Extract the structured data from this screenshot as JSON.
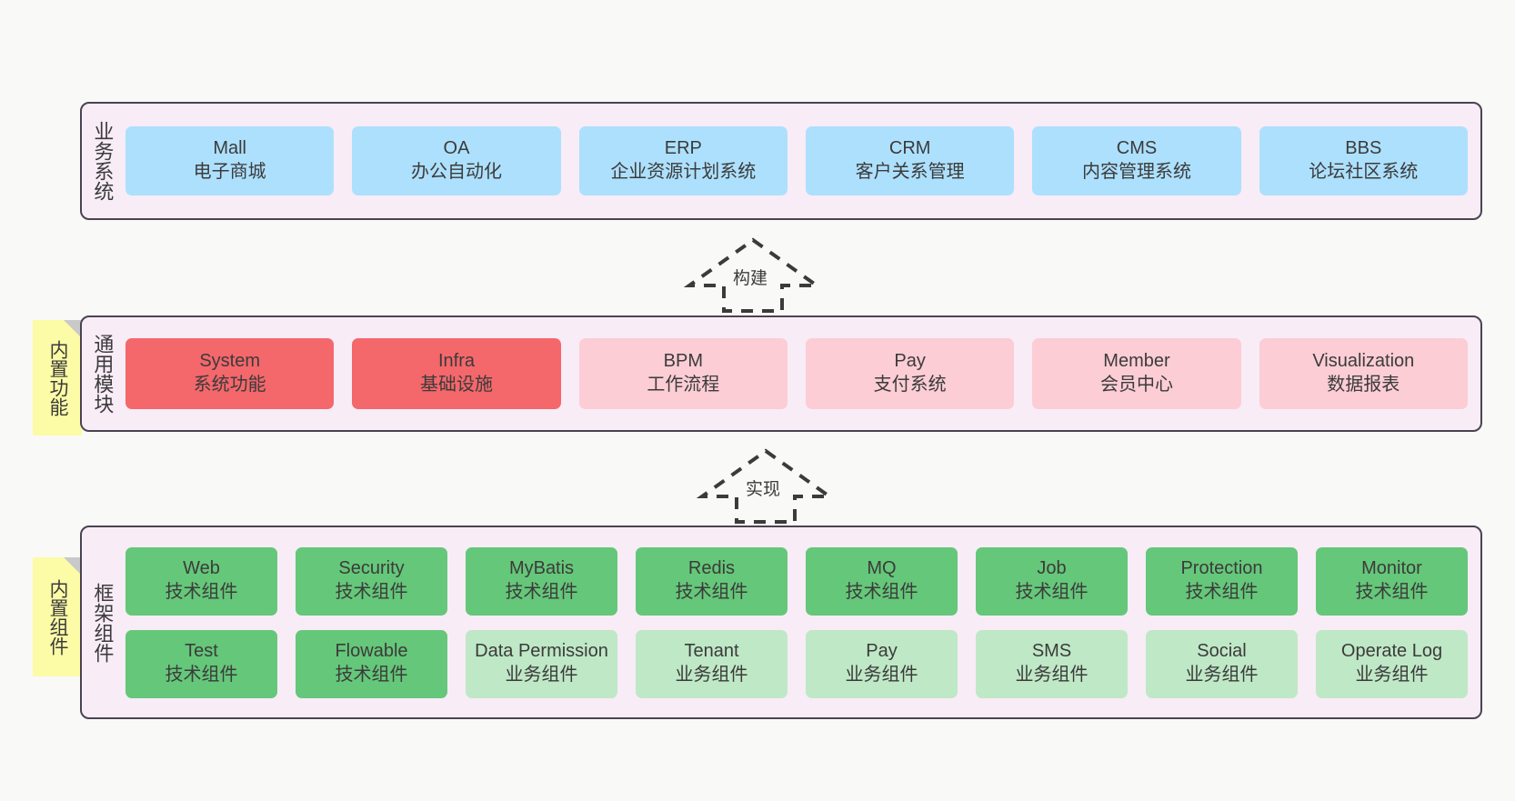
{
  "diagram": {
    "title_semantic": "ruoyi-vue-pro architecture layers",
    "colors": {
      "panel_bg": "#f8ecf6",
      "panel_border": "#4a4352",
      "business_blue": "#ade0fd",
      "module_red": "#f4676b",
      "module_pink": "#fccdd5",
      "tech_green": "#65c779",
      "biz_green": "#bfe8c6",
      "note_yellow": "#fcfba6",
      "note_fold": "#c9c9c9",
      "page_bg": "#f9f9f8"
    },
    "layers": [
      {
        "id": "business-system",
        "title": "业务系统",
        "note": null,
        "rows": [
          {
            "cells": [
              {
                "name": "mall",
                "primary": "Mall",
                "secondary": "电子商城",
                "color": "#ade0fd"
              },
              {
                "name": "oa",
                "primary": "OA",
                "secondary": "办公自动化",
                "color": "#ade0fd"
              },
              {
                "name": "erp",
                "primary": "ERP",
                "secondary": "企业资源计划系统",
                "color": "#ade0fd"
              },
              {
                "name": "crm",
                "primary": "CRM",
                "secondary": "客户关系管理",
                "color": "#ade0fd"
              },
              {
                "name": "cms",
                "primary": "CMS",
                "secondary": "内容管理系统",
                "color": "#ade0fd"
              },
              {
                "name": "bbs",
                "primary": "BBS",
                "secondary": "论坛社区系统",
                "color": "#ade0fd"
              }
            ]
          }
        ]
      },
      {
        "id": "common-module",
        "title": "通用模块",
        "note": "内置功能",
        "rows": [
          {
            "cells": [
              {
                "name": "system",
                "primary": "System",
                "secondary": "系统功能",
                "color": "#f4676b"
              },
              {
                "name": "infra",
                "primary": "Infra",
                "secondary": "基础设施",
                "color": "#f4676b"
              },
              {
                "name": "bpm",
                "primary": "BPM",
                "secondary": "工作流程",
                "color": "#fccdd5"
              },
              {
                "name": "pay",
                "primary": "Pay",
                "secondary": "支付系统",
                "color": "#fccdd5"
              },
              {
                "name": "member",
                "primary": "Member",
                "secondary": "会员中心",
                "color": "#fccdd5"
              },
              {
                "name": "visualization",
                "primary": "Visualization",
                "secondary": "数据报表",
                "color": "#fccdd5"
              }
            ]
          }
        ]
      },
      {
        "id": "framework-component",
        "title": "框架组件",
        "note": "内置组件",
        "rows": [
          {
            "cells": [
              {
                "name": "web",
                "primary": "Web",
                "secondary": "技术组件",
                "color": "#65c779"
              },
              {
                "name": "security",
                "primary": "Security",
                "secondary": "技术组件",
                "color": "#65c779"
              },
              {
                "name": "mybatis",
                "primary": "MyBatis",
                "secondary": "技术组件",
                "color": "#65c779"
              },
              {
                "name": "redis",
                "primary": "Redis",
                "secondary": "技术组件",
                "color": "#65c779"
              },
              {
                "name": "mq",
                "primary": "MQ",
                "secondary": "技术组件",
                "color": "#65c779"
              },
              {
                "name": "job",
                "primary": "Job",
                "secondary": "技术组件",
                "color": "#65c779"
              },
              {
                "name": "protection",
                "primary": "Protection",
                "secondary": "技术组件",
                "color": "#65c779"
              },
              {
                "name": "monitor",
                "primary": "Monitor",
                "secondary": "技术组件",
                "color": "#65c779"
              }
            ]
          },
          {
            "cells": [
              {
                "name": "test",
                "primary": "Test",
                "secondary": "技术组件",
                "color": "#65c779"
              },
              {
                "name": "flowable",
                "primary": "Flowable",
                "secondary": "技术组件",
                "color": "#65c779"
              },
              {
                "name": "data-permission",
                "primary": "Data Permission",
                "secondary": "业务组件",
                "color": "#bfe8c6",
                "wrap": true
              },
              {
                "name": "tenant",
                "primary": "Tenant",
                "secondary": "业务组件",
                "color": "#bfe8c6"
              },
              {
                "name": "pay",
                "primary": "Pay",
                "secondary": "业务组件",
                "color": "#bfe8c6"
              },
              {
                "name": "sms",
                "primary": "SMS",
                "secondary": "业务组件",
                "color": "#bfe8c6"
              },
              {
                "name": "social",
                "primary": "Social",
                "secondary": "业务组件",
                "color": "#bfe8c6"
              },
              {
                "name": "operate-log",
                "primary": "Operate Log",
                "secondary": "业务组件",
                "color": "#bfe8c6"
              }
            ]
          }
        ]
      }
    ],
    "arrows": [
      {
        "id": "build-arrow",
        "label": "构建"
      },
      {
        "id": "implement-arrow",
        "label": "实现"
      }
    ]
  }
}
